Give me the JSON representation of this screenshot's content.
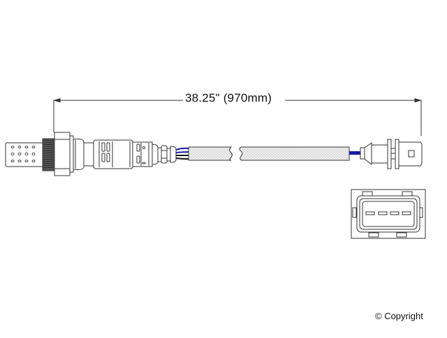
{
  "diagram": {
    "subject": "Oxygen sensor",
    "dimension": {
      "label": "38.25\" (970mm)",
      "inches": 38.25,
      "millimeters": 970
    },
    "components": [
      "sensor-tip",
      "threaded-hex-body",
      "sensor-shell",
      "wire-leads",
      "braided-cable-section-1",
      "braided-cable-section-2",
      "connector-side-view",
      "connector-face-view"
    ],
    "connector": {
      "pin_count": 4
    },
    "colors": {
      "outline": "#333333",
      "wire_blue": "#1a1aa8",
      "cable_fill": "#ececec",
      "background": "#ffffff"
    }
  },
  "footer": {
    "copyright": "© Copyright"
  }
}
